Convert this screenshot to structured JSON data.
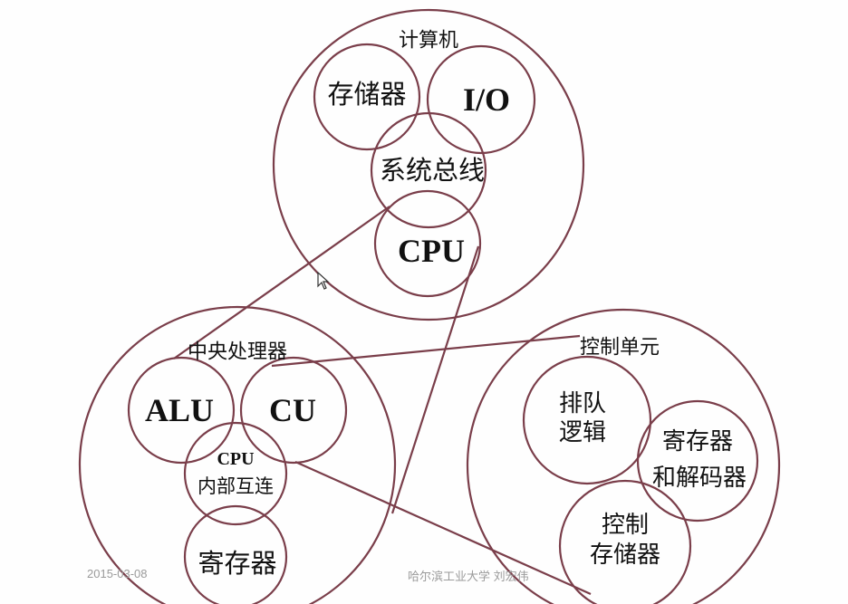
{
  "diagram": {
    "computer": {
      "title": "计算机",
      "memory": "存储器",
      "io": "I/O",
      "bus": "系统总线",
      "cpu": "CPU"
    },
    "cpu_detail": {
      "title": "中央处理器",
      "alu": "ALU",
      "cu": "CU",
      "interconnect_line1": "CPU",
      "interconnect_line2": "内部互连",
      "registers": "寄存器"
    },
    "control_unit": {
      "title": "控制单元",
      "sequencing_line1": "排队",
      "sequencing_line2": "逻辑",
      "decoder_line1": "寄存器",
      "decoder_line2": "和解码器",
      "control_memory_line1": "控制",
      "control_memory_line2": "存储器"
    },
    "colors": {
      "outline": "#7a3e4a",
      "text": "#111111",
      "footer": "#9a9a9a"
    }
  },
  "footer": {
    "date": "2015-03-08",
    "credit": "哈尔滨工业大学 刘宏伟"
  },
  "icons": {
    "cursor": "mouse-pointer-icon"
  }
}
